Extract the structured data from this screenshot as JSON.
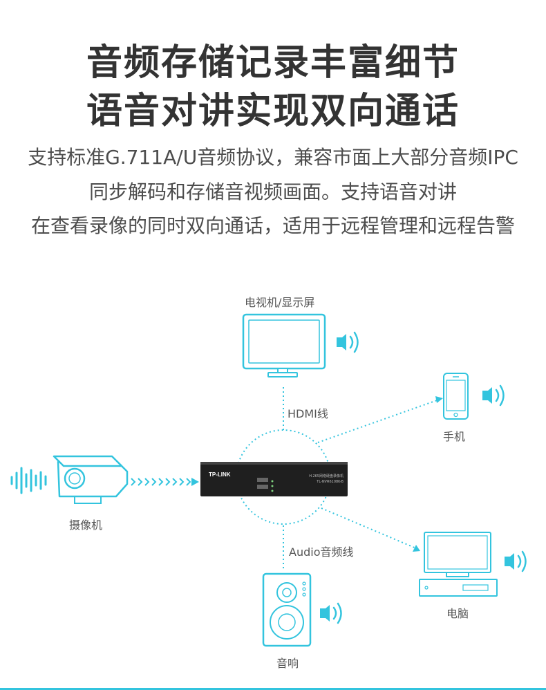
{
  "headline": {
    "line1": "音频存储记录丰富细节",
    "line2": "语音对讲实现双向通话"
  },
  "description": {
    "line1": "支持标准G.711A/U音频协议，兼容市面上大部分音频IPC",
    "line2": "同步解码和存储音视频画面。支持语音对讲",
    "line3": "在查看录像的同时双向通话，适用于远程管理和远程告警"
  },
  "diagram": {
    "tv_label": "电视机/显示屏",
    "hdmi_label": "HDMI线",
    "phone_label": "手机",
    "camera_label": "摄像机",
    "audio_line_label": "Audio音频线",
    "pc_label": "电脑",
    "speaker_label": "音响",
    "nvr_brand": "TP-LINK",
    "nvr_model_line1": "H.265网络硬盘录像机",
    "nvr_model_line2": "TL-NVR6108K-B"
  },
  "colors": {
    "accent": "#33c4de",
    "headline": "#333333",
    "body_text": "#4d4d4d",
    "device": "#1f1f1f"
  },
  "icons": [
    "tv-icon",
    "phone-icon",
    "camera-icon",
    "pc-icon",
    "speaker-icon",
    "sound-wave-icon",
    "nvr-device"
  ]
}
